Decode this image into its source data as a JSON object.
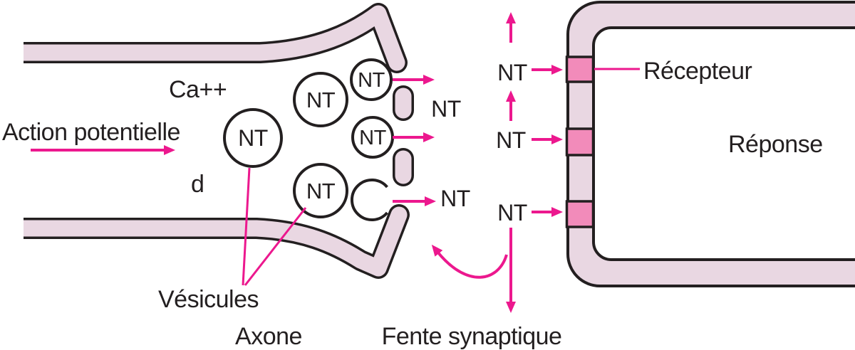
{
  "labels": {
    "action_potential": "Action potentielle",
    "calcium": "Ca++",
    "d": "d",
    "nt": "NT",
    "vesicles": "Vésicules",
    "axon": "Axone",
    "synaptic_cleft": "Fente synaptique",
    "receptor": "Récepteur",
    "response": "Réponse"
  },
  "colors": {
    "membrane_fill": "#e9d7e2",
    "receptor_fill": "#f28bba",
    "arrow_magenta": "#ec188e",
    "outline_black": "#231f20",
    "vesicle_fill": "#ffffff",
    "background": "#ffffff"
  }
}
